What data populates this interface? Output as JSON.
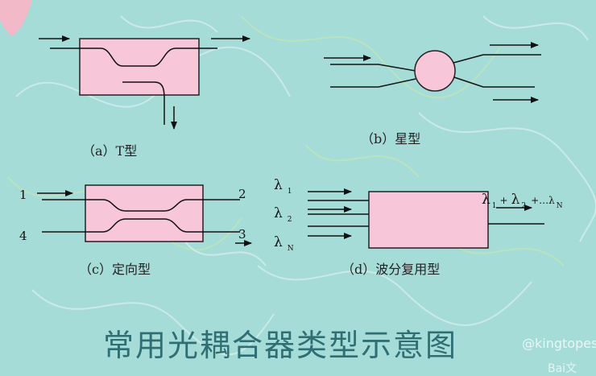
{
  "diagrams": {
    "a": {
      "caption": "（a）T型"
    },
    "b": {
      "caption": "（b）星型"
    },
    "c": {
      "caption": "（c）定向型",
      "ports": [
        "1",
        "2",
        "3",
        "4"
      ]
    },
    "d": {
      "caption": "（d）波分复用型",
      "inputs": [
        {
          "symbol": "λ",
          "sub": "1"
        },
        {
          "symbol": "λ",
          "sub": "2"
        },
        {
          "symbol": "λ",
          "sub": "N"
        }
      ],
      "output": {
        "l1": "λ",
        "s1": "1",
        "plus1": "+",
        "l2": "λ",
        "s2": "2",
        "tail": "+…λ",
        "sN": "N"
      }
    }
  },
  "title": "常用光耦合器类型示意图",
  "watermark": {
    "handle": "@kingtopes",
    "brand": "Bai文"
  },
  "colors": {
    "background": "#a6dcd8",
    "box_fill": "#f7c6d9",
    "title": "#2f6f74"
  }
}
